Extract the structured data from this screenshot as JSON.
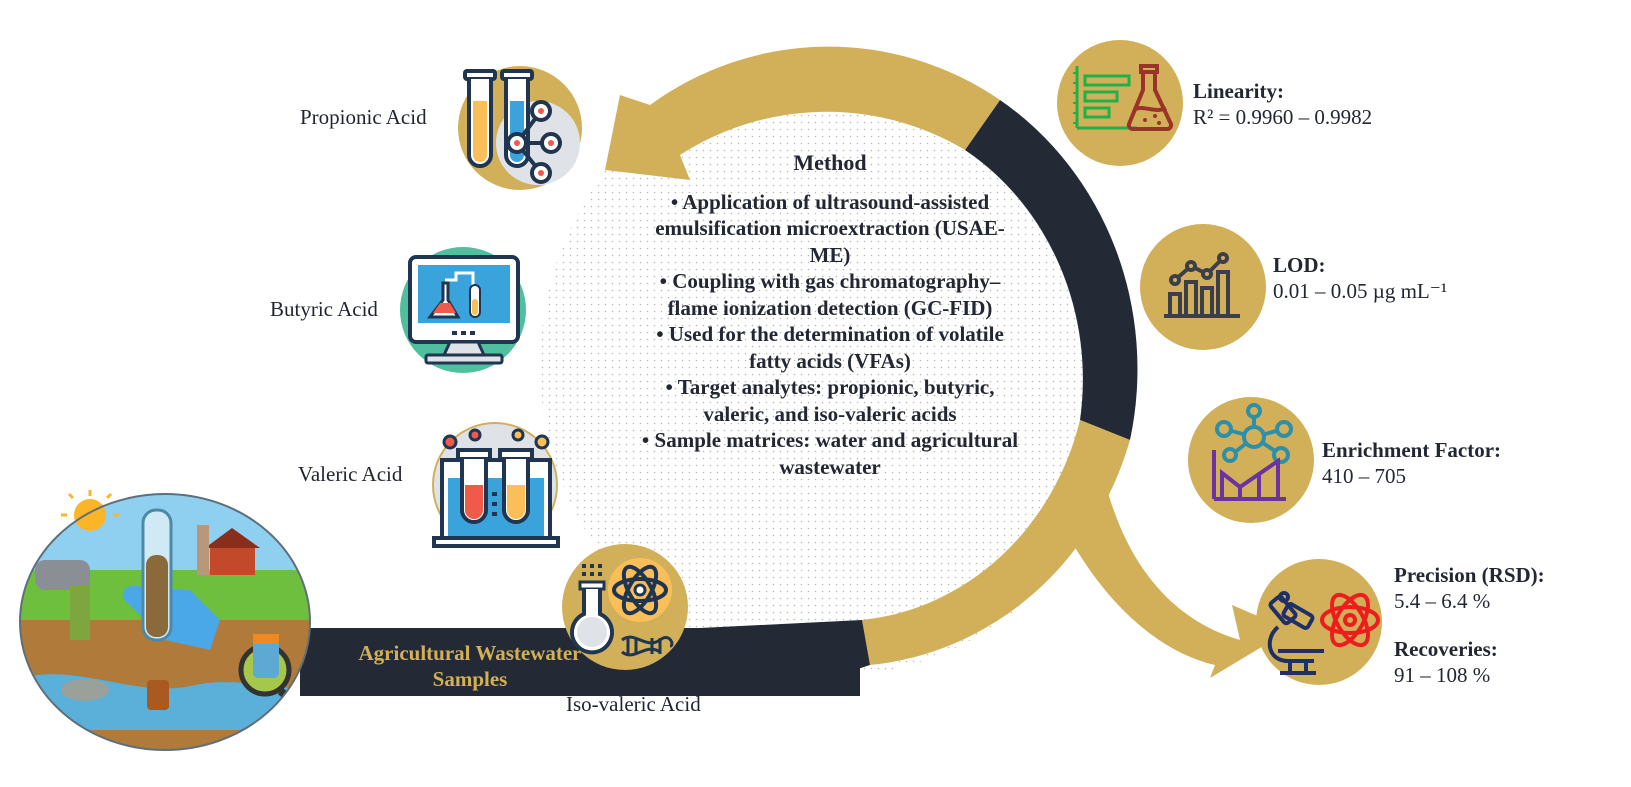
{
  "colors": {
    "gold": "#d2b05a",
    "navy": "#232a35",
    "text": "#232733",
    "teal_circle": "#4fbf9e",
    "light_grey": "#dfe3e8"
  },
  "method": {
    "title": "Method",
    "items": [
      "• Application of ultrasound-assisted emulsification microextraction (USAE-ME)",
      "• Coupling with gas chromatography–flame ionization detection (GC-FID)",
      "• Used for the determination of volatile fatty acids (VFAs)",
      "• Target analytes: propionic, butyric, valeric, and iso-valeric acids",
      "• Sample matrices: water and agricultural wastewater"
    ]
  },
  "analytes": [
    {
      "label": "Propionic Acid",
      "icon": "test-tubes-molecule-icon"
    },
    {
      "label": "Butyric Acid",
      "icon": "monitor-lab-icon"
    },
    {
      "label": "Valeric Acid",
      "icon": "test-tube-rack-icon"
    },
    {
      "label": "Iso-valeric Acid",
      "icon": "flask-atom-dna-icon"
    }
  ],
  "sample": {
    "banner_line1": "Agricultural Wastewater",
    "banner_line2": "Samples",
    "illustration": "agricultural-wastewater-scene"
  },
  "metrics": [
    {
      "title": "Linearity:",
      "value": "R² = 0.9960 – 0.9982",
      "icon": "bar-chart-flask-icon"
    },
    {
      "title": "LOD:",
      "value": "0.01 – 0.05 µg mL⁻¹",
      "icon": "line-bar-chart-icon"
    },
    {
      "title": "Enrichment Factor:",
      "value": "410 – 705",
      "icon": "network-chart-icon"
    },
    {
      "title": "Precision (RSD):",
      "value": "5.4 – 6.4 %",
      "icon": "microscope-atom-icon"
    },
    {
      "title": "Recoveries:",
      "value": "91 – 108 %",
      "icon": "microscope-atom-icon"
    }
  ]
}
